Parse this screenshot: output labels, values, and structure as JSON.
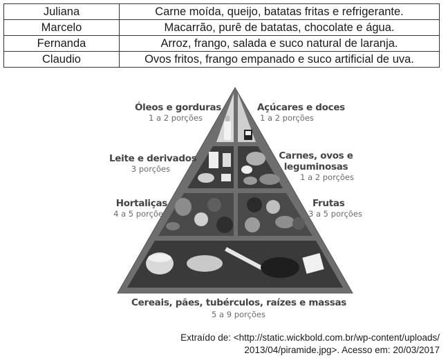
{
  "table": {
    "rows": [
      {
        "name": "Juliana",
        "meal": "Carne moída, queijo, batatas fritas e refrigerante."
      },
      {
        "name": "Marcelo",
        "meal": "Macarrão, purê de batatas, chocolate e água."
      },
      {
        "name": "Fernanda",
        "meal": "Arroz, frango, salada e suco natural de laranja."
      },
      {
        "name": "Claudio",
        "meal": "Ovos fritos, frango empanado e suco artificial de uva."
      }
    ]
  },
  "pyramid": {
    "oils": {
      "title": "Óleos e gorduras",
      "portions": "1 a 2 porções"
    },
    "sugars": {
      "title": "Açúcares e doces",
      "portions": "1 a 2 porções"
    },
    "dairy": {
      "title": "Leite e derivados",
      "portions": "3 porções"
    },
    "meats": {
      "title1": "Carnes, ovos e",
      "title2": "leguminosas",
      "portions": "1 a 2 porções"
    },
    "vegetables": {
      "title": "Hortaliças",
      "portions": "4 a 5  porções"
    },
    "fruits": {
      "title": "Frutas",
      "portions": "3 a 5 porções"
    },
    "cereals": {
      "title": "Cereais, pães, tubérculos, raízes e massas",
      "portions": "5 a 9 porções"
    }
  },
  "source": {
    "line1": "Extraído de: <http://static.wickbold.com.br/wp-content/uploads/",
    "line2": "2013/04/piramide.jpg>. Acesso em: 20/03/2017"
  }
}
